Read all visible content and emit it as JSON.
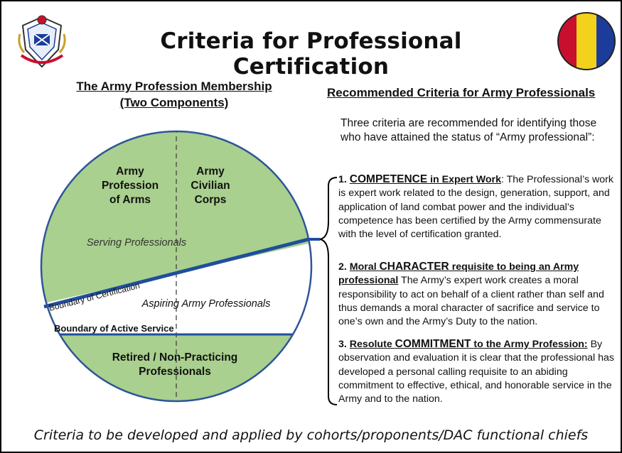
{
  "title": "Criteria for Professional Certification",
  "left_heading": {
    "line1": "The Army Profession Membership",
    "line2": "(Two Components)"
  },
  "diagram": {
    "label_profession_arms": [
      "Army",
      "Profession",
      "of Arms"
    ],
    "label_civilian_corps": [
      "Army",
      "Civilian",
      "Corps"
    ],
    "serving_professionals": "Serving Professionals",
    "boundary_certification": "Boundary of Certification",
    "aspiring_professionals": "Aspiring Army Professionals",
    "boundary_active_service": "Boundary of Active Service",
    "retired_professionals": [
      "Retired / Non-Practicing",
      "Professionals"
    ],
    "colors": {
      "fill": "#a9d08e",
      "boundary": "#1f4e9c",
      "outline": "#2f5597"
    }
  },
  "right": {
    "heading": "Recommended Criteria for Army Professionals",
    "intro": "Three criteria are recommended for identifying those who have attained the status of “Army professional”:",
    "criteria": [
      {
        "num": "1.",
        "title_big": "COMPETENCE",
        "title_small": " in Expert Work",
        "body": ": The Professional’s work is expert work related to the design, generation, support, and application of land combat power and the individual’s competence has been certified by the Army commensurate with the level of certification granted."
      },
      {
        "num": "2.",
        "title_small_pre": "Moral ",
        "title_big": "CHARACTER",
        "title_small": " requisite to being an Army professional",
        "body": " The Army’s expert work creates a moral responsibility to act on behalf of a client rather than self and thus demands a moral character of sacrifice and service to one’s own and the Army’s Duty to the nation."
      },
      {
        "num": "3.",
        "title_small_pre": "Resolute ",
        "title_big": "COMMITMENT",
        "title_small": " to the Army Profession:",
        "body": " By observation and evaluation it is clear that the professional has developed a personal calling requisite to an abiding commitment to effective, ethical, and honorable service in the Army and to the nation."
      }
    ]
  },
  "footer": "Criteria to be developed and applied by cohorts/proponents/DAC functional chiefs",
  "logos": {
    "left": "army-crest-icon",
    "right": "red-yellow-blue-patch-icon",
    "patch_colors": [
      "#1c3c9c",
      "#f3d21b",
      "#c8102e"
    ]
  }
}
